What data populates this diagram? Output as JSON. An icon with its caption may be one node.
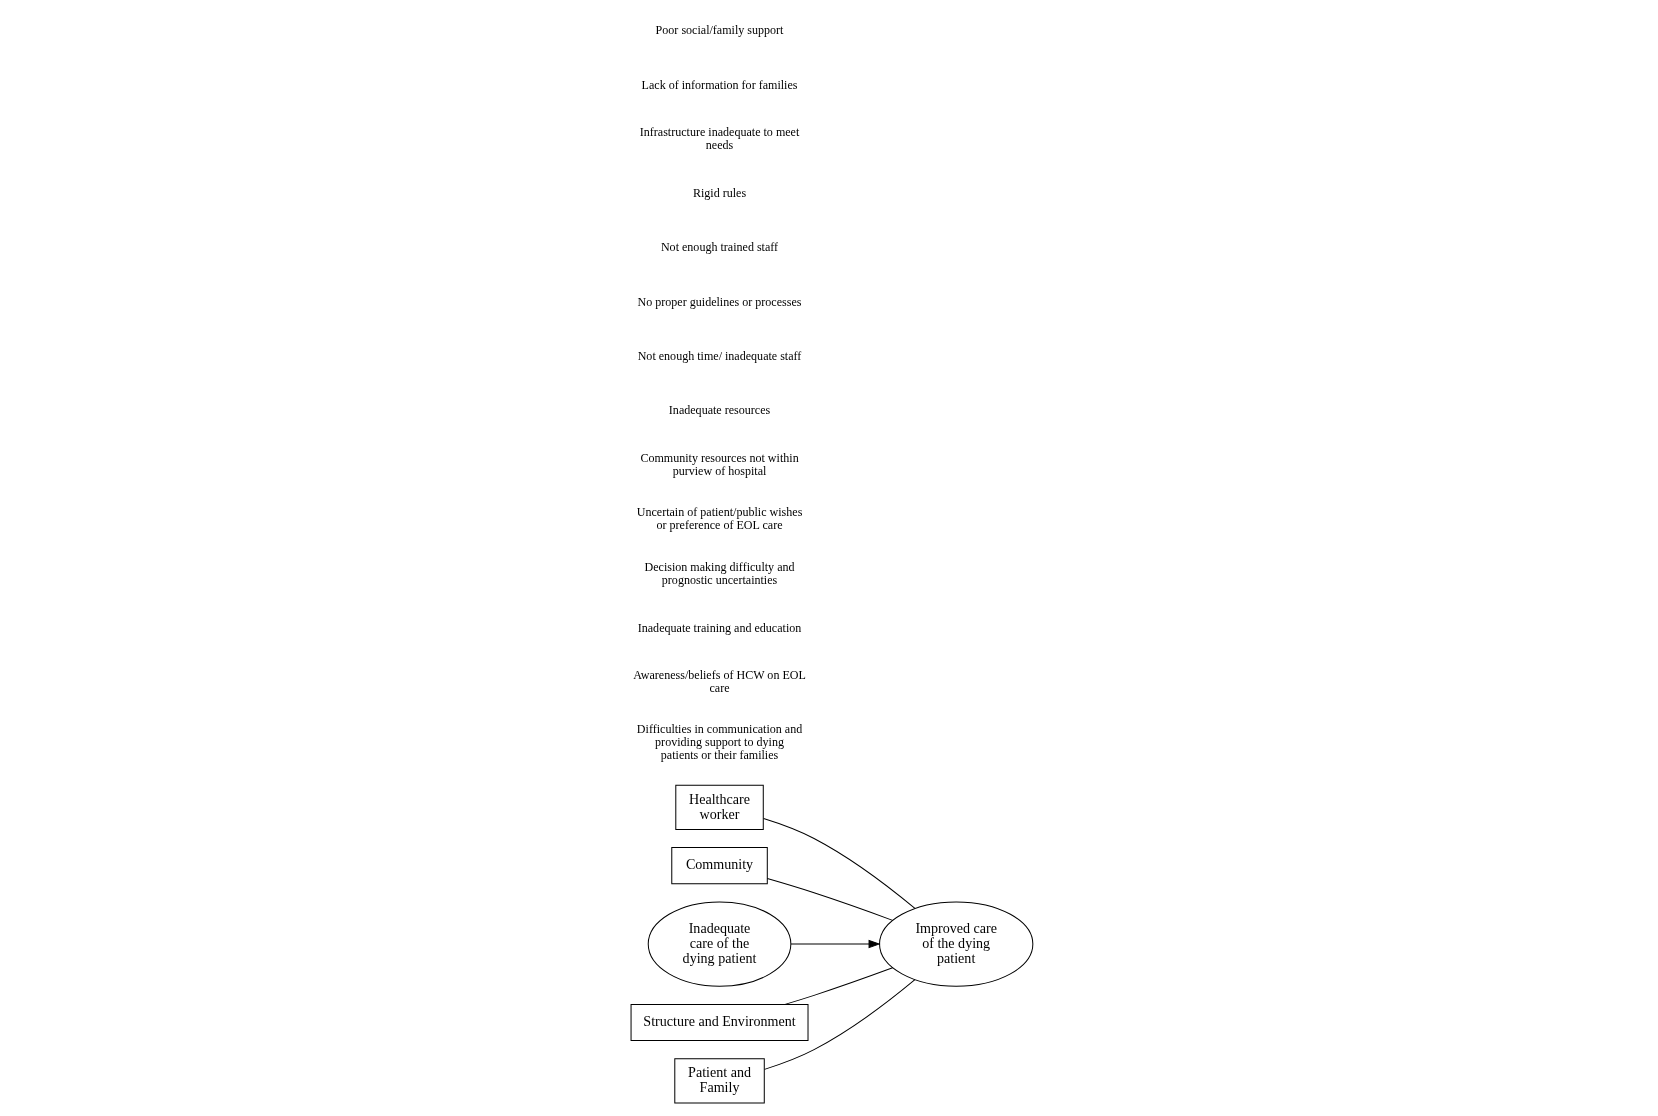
{
  "diagram": {
    "nodes": [
      {
        "text": [
          "Healthcare worker"
        ]
      },
      {
        "text": [
          "Community"
        ]
      },
      {
        "text": [
          "Inadequate care of the dying patient"
        ]
      },
      {
        "text": [
          "Improved care of the dying patient"
        ]
      },
      {
        "text": [
          "Structure and Environment"
        ]
      },
      {
        "text": [
          "Patient and Family"
        ]
      }
    ],
    "edges": [
      {
        "from": 2,
        "to": 3,
        "arrow": "to"
      },
      {
        "from": 0,
        "to": 3,
        "arrow": "none"
      },
      {
        "from": 1,
        "to": 3,
        "arrow": "none"
      },
      {
        "from": 4,
        "to": 3,
        "arrow": "none"
      },
      {
        "from": 5,
        "to": 3,
        "arrow": "none"
      }
    ],
    "labels": [
      "Difficulties in communication and providing support to dying patients or their families",
      "Awareness/beliefs of HCW on EOL care",
      "Inadequate training and education",
      "Decision making difficulty and prognostic uncertainties",
      "Uncertain of patient/public wishes or preference of EOL care",
      "Community resources not within purview of hospital",
      "Inadequate resources",
      "Not enough time/ inadequate staff",
      "No proper guidelines or processes",
      "Not enough trained staff",
      "Rigid rules",
      "Infrastructure inadequate to meet needs",
      "Lack of information for families",
      "Poor social/family support"
    ]
  }
}
